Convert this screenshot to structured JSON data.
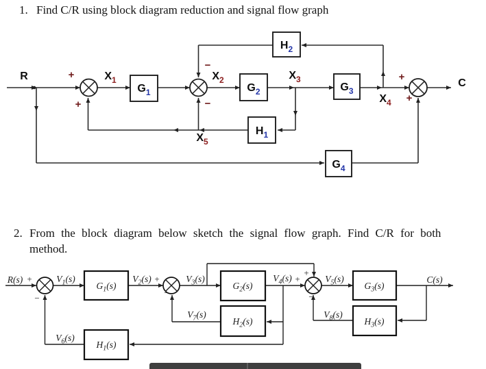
{
  "titles": {
    "item1_number": "1.",
    "item1_text": "Find C/R using block diagram reduction and  signal flow graph",
    "item2_number": "2.",
    "item2_line1": "From  the block diagram below sketch the signal flow graph. Find C/R for both",
    "item2_line2": "method."
  },
  "diagram1": {
    "input": "R",
    "output": "C",
    "signals": [
      {
        "base": "X",
        "sub": "1"
      },
      {
        "base": "X",
        "sub": "2"
      },
      {
        "base": "X",
        "sub": "3"
      },
      {
        "base": "X",
        "sub": "4"
      },
      {
        "base": "X",
        "sub": "5"
      }
    ],
    "blocks": [
      {
        "base": "G",
        "sub": "1"
      },
      {
        "base": "G",
        "sub": "2"
      },
      {
        "base": "G",
        "sub": "3"
      },
      {
        "base": "G",
        "sub": "4"
      },
      {
        "base": "H",
        "sub": "1"
      },
      {
        "base": "H",
        "sub": "2"
      }
    ],
    "signs": {
      "sum1_left": "+",
      "sum1_bottom": "+",
      "sum2_top": "−",
      "sum2_bottom": "−",
      "sum3_top": "+",
      "sum3_bottom": "+"
    }
  },
  "diagram2": {
    "labels": {
      "input": {
        "base": "R",
        "suffix": "(s)"
      },
      "output": {
        "base": "C",
        "suffix": "(s)"
      },
      "v1": {
        "base": "V",
        "sub": "1",
        "suffix": "(s)"
      },
      "v2": {
        "base": "V",
        "sub": "2",
        "suffix": "(s)"
      },
      "v3": {
        "base": "V",
        "sub": "3",
        "suffix": "(s)"
      },
      "v4": {
        "base": "V",
        "sub": "4",
        "suffix": "(s)"
      },
      "v5": {
        "base": "V",
        "sub": "5",
        "suffix": "(s)"
      },
      "v6": {
        "base": "V",
        "sub": "6",
        "suffix": "(s)"
      },
      "v7": {
        "base": "V",
        "sub": "7",
        "suffix": "(s)"
      },
      "v8": {
        "base": "V",
        "sub": "8",
        "suffix": "(s)"
      },
      "g1": {
        "base": "G",
        "sub": "1",
        "suffix": "(s)"
      },
      "g2": {
        "base": "G",
        "sub": "2",
        "suffix": "(s)"
      },
      "g3": {
        "base": "G",
        "sub": "3",
        "suffix": "(s)"
      },
      "h1": {
        "base": "H",
        "sub": "1",
        "suffix": "(s)"
      },
      "h2": {
        "base": "H",
        "sub": "2",
        "suffix": "(s)"
      },
      "h3": {
        "base": "H",
        "sub": "3",
        "suffix": "(s)"
      }
    },
    "signs": {
      "sum1_left": "+",
      "sum1_bottom": "−",
      "sum2_left": "+",
      "sum2_bottom": "−",
      "sum3_top": "+",
      "sum3_left": "+",
      "sum3_bottom": "−"
    }
  },
  "colors": {
    "line": "#2b2b2b",
    "block_subscript": "#2335a8",
    "signal_subscript": "#8c1d1d",
    "sign": "#6f1a1a",
    "bottom_bar": "#3f3f3f"
  }
}
